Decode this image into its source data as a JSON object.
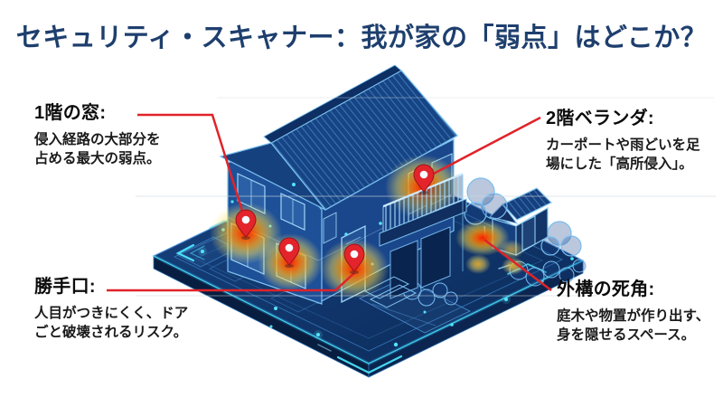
{
  "title": "セキュリティ・スキャナー：我が家の「弱点」はどこか？",
  "callouts": {
    "first_floor_window": {
      "heading": "1階の窓:",
      "body": [
        "侵入経路の大部分を",
        "占める最大の弱点。"
      ]
    },
    "second_floor_balcony": {
      "heading": "2階ベランダ:",
      "body": [
        "カーポートや雨どいを足",
        "場にした「高所侵入」。"
      ]
    },
    "back_door": {
      "heading": "勝手口:",
      "body": [
        "人目がつきにくく、ドア",
        "ごと破壊されるリスク。"
      ]
    },
    "exterior_blind_spot": {
      "heading": "外構の死角:",
      "body": [
        "庭木や物置が作り出す、",
        "身を隠せるスペース。"
      ]
    }
  },
  "illustration": {
    "style": "isometric blueprint house with security heatmap",
    "pins": [
      {
        "name": "first-floor-window-left-pin"
      },
      {
        "name": "first-floor-window-center-pin"
      },
      {
        "name": "back-door-pin"
      },
      {
        "name": "second-floor-balcony-pin"
      }
    ],
    "heat_only_spots": [
      {
        "name": "exterior-blind-spot-heat"
      }
    ]
  },
  "colors": {
    "title_navy": "#1e3f6e",
    "leader_red": "#e02329",
    "pin_red": "#e3242b",
    "wall_blue": "#1e5098",
    "base_blue": "#0e3168",
    "outline_blue": "#7cc2f0",
    "cyan_accent": "#49e0f7",
    "heat_core": "#ff2a00",
    "heat_mid": "#ffa511",
    "heat_outer": "#ffe14f",
    "background": "#ffffff"
  }
}
